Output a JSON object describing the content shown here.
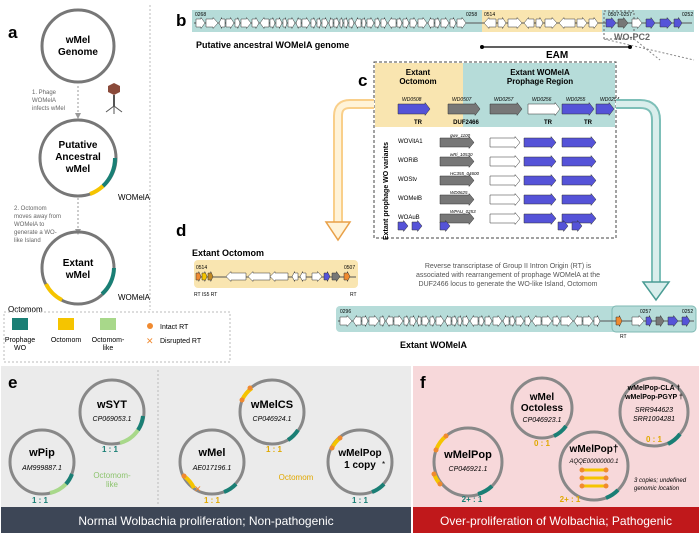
{
  "panel_a": {
    "letter": "a",
    "genome1": "wMel\nGenome",
    "step1": "1. Phage\nWOMelA\ninfects wMel",
    "genome2": "Putative\nAncestral\nwMel",
    "womela_label": "WOMelA",
    "step2": "2. Octomom\nmoves away from\nWOMelA to\ngenerate a WO-\nlike Island",
    "genome3": "Extant\nwMel",
    "womela_label2": "WOMelA",
    "octomom_label": "Octomom"
  },
  "legend": {
    "items": [
      {
        "label": "Prophage\nWO",
        "color": "#1a7f75"
      },
      {
        "label": "Octomom",
        "color": "#f5c400"
      },
      {
        "label": "Octomom-\nlike",
        "color": "#a8d88a"
      }
    ],
    "intact_rt": "Intact RT",
    "disrupted_rt": "Disrupted RT"
  },
  "panel_b": {
    "letter": "b",
    "title": "Putative ancestral WOMelA genome",
    "locus_left": "0268",
    "locus_mid1": "0258",
    "locus_mid2": "0514",
    "locus_mid3": "0507-0257",
    "locus_right": "0252",
    "wopc2": "WO-PC2",
    "eam": "EAM"
  },
  "panel_c": {
    "letter": "c",
    "header_left": "Extant\nOctomom",
    "header_right": "Extant WOMelA\nProphage Region",
    "ref_genes": [
      "WD0508",
      "WD0507",
      "WD0257",
      "WD0256",
      "WD0255",
      "WD0254"
    ],
    "ref_labels": [
      "TR",
      "DUF2466",
      "TR",
      "TR"
    ],
    "side_label": "Extant prophage WO variants",
    "variants": [
      {
        "name": "WOVitA1",
        "locus": "gwv_1100"
      },
      {
        "name": "WORiB",
        "locus": "wRi_10530"
      },
      {
        "name": "WOStv",
        "locus": "HC355_04600"
      },
      {
        "name": "WOMelB",
        "locus": "WD0625"
      },
      {
        "name": "WOAuB",
        "locus": "WPAU_0253"
      }
    ]
  },
  "panel_d": {
    "letter": "d",
    "octomom_title": "Extant Octomom",
    "oct_left": "0514",
    "oct_right": "0507",
    "rt_labels": "RT IS5 RT",
    "rt_right": "RT",
    "description": "Reverse transcriptase of Group II Intron Origin (RT) is\nassociated with rearrangement of prophage WOMelA at the\nDUF2466 locus to generate the WO-like Island, Octomom",
    "womela_title": "Extant WOMelA",
    "wom_left": "0296",
    "wom_mid": "0257",
    "wom_right": "0252",
    "wom_rt": "RT"
  },
  "panel_e": {
    "letter": "e",
    "banner": "Normal Wolbachia proliferation; Non-pathogenic",
    "banner_color": "#3d4656",
    "genomes": [
      {
        "name": "wSYT",
        "acc": "CP069053.1",
        "ratio": "1 : 1"
      },
      {
        "name": "wPip",
        "acc": "AM999887.1",
        "ratio": "1 : 1"
      },
      {
        "name": "wMelCS",
        "acc": "CP046924.1",
        "ratio": "1 : 1"
      },
      {
        "name": "wMel",
        "acc": "AE017196.1",
        "ratio": "1 : 1"
      },
      {
        "name": "wMelPop\n1 copy",
        "acc": "*",
        "ratio": "1 : 1"
      }
    ],
    "octomom_like": "Octomom-\nlike",
    "octomom": "Octomom"
  },
  "panel_f": {
    "letter": "f",
    "banner": "Over-proliferation of Wolbachia; Pathogenic",
    "banner_color": "#c0181b",
    "genomes": [
      {
        "name": "wMel\nOctoless",
        "acc": "CP046923.1",
        "ratio": "0 : 1"
      },
      {
        "name": "wMelPop-CLA\nwMelPop-PGYP",
        "acc": "SRR944623\nSRR1004281",
        "ratio": "0 : 1"
      },
      {
        "name": "wMelPop",
        "acc": "CP046921.1",
        "ratio": "2+ : 1"
      },
      {
        "name": "wMelPop",
        "acc": "AQQE00000000.1",
        "ratio": "2+ : 1"
      }
    ],
    "note": "3 copies; undefined\ngenomic location"
  }
}
